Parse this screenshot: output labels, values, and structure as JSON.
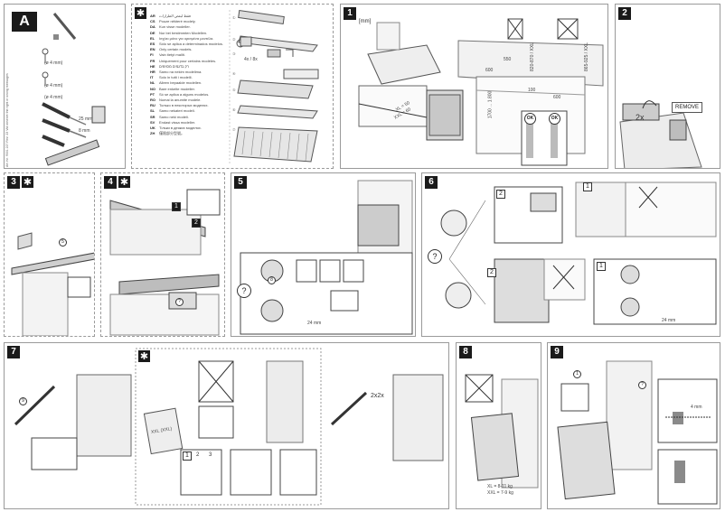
{
  "panel_a": {
    "letter": "A",
    "labels": [
      "(ø 4 mm)",
      "(ø 4 mm)",
      "(ø 4 mm)",
      "25 mm",
      "8 mm"
    ]
  },
  "star_panel": {
    "star": "✱",
    "languages": [
      {
        "code": "AR",
        "text": "فقط لبعض الطرازات"
      },
      {
        "code": "CS",
        "text": "Pouze některé modely."
      },
      {
        "code": "DA",
        "text": "Kun visse modeller."
      },
      {
        "code": "DE",
        "text": "Nur bei bestimmten Modellen."
      },
      {
        "code": "EL",
        "text": "Ισχύει μόνο για ορισμένα μοντέλα."
      },
      {
        "code": "ES",
        "text": "Sólo se aplica a determinados modelos."
      },
      {
        "code": "EN",
        "text": "Only certain models."
      },
      {
        "code": "FI",
        "text": "Vain tietyt mallit."
      },
      {
        "code": "FR",
        "text": "Uniquement pour certains modèles."
      },
      {
        "code": "HE",
        "text": "רק בדגמים מסוימים"
      },
      {
        "code": "HR",
        "text": "Samo na nekim modelima."
      },
      {
        "code": "IT",
        "text": "Solo in tutti i modelli."
      },
      {
        "code": "NL",
        "text": "Alleen bepaalde modellen."
      },
      {
        "code": "NO",
        "text": "Bare enkelte modeller."
      },
      {
        "code": "PT",
        "text": "Só se aplica a alguns modelos."
      },
      {
        "code": "RO",
        "text": "Numai la anumite modele."
      },
      {
        "code": "RU",
        "text": "Только в некоторых моделях."
      },
      {
        "code": "SL",
        "text": "Samo nekateri modeli."
      },
      {
        "code": "SR",
        "text": "Samo neki modeli."
      },
      {
        "code": "SV",
        "text": "Endast vissa modeller."
      },
      {
        "code": "UK",
        "text": "Тільки в деяких моделях."
      },
      {
        "code": "ZH",
        "text": "僅限部分型號。"
      }
    ],
    "part_labels": [
      "4x / 8x"
    ]
  },
  "step1": {
    "num": "1",
    "unit": "[mm]",
    "dims": [
      "XL = 50",
      "XXL = 60",
      "600",
      "550",
      "1700 ... 1.800",
      "100",
      "600",
      "820-870 / XXL",
      "865-925 / XXL"
    ],
    "ok": [
      "OK",
      "OK"
    ]
  },
  "step2": {
    "num": "2",
    "count": "2x",
    "remove": "REMOVE"
  },
  "step3": {
    "num": "3",
    "star": "✱",
    "callout": "5"
  },
  "step4": {
    "num": "4",
    "star": "✱",
    "callouts": [
      "1",
      "2",
      "?"
    ]
  },
  "step5": {
    "num": "5",
    "question": "?",
    "dims": [
      "24 mm"
    ],
    "callouts": [
      "8"
    ]
  },
  "step6": {
    "num": "6",
    "question": "?",
    "sub": [
      "1",
      "2",
      "1",
      "2"
    ],
    "dims": [
      "24 mm"
    ]
  },
  "step7": {
    "num": "7",
    "star": "✱",
    "callout": "9",
    "count": "2x2x",
    "sub": [
      "1",
      "2",
      "3"
    ],
    "ez_label": "XXL (XXL)"
  },
  "step8": {
    "num": "8",
    "weights": [
      "XL = 8-11 kg",
      "XXL = 7-9 kg"
    ]
  },
  "step9": {
    "num": "9",
    "callouts": [
      "1",
      "?"
    ],
    "dim": "4 mm"
  },
  "side_note": "Art. Nr. 9001 227 Rev. 23 Vid observe the right or wrong messages"
}
